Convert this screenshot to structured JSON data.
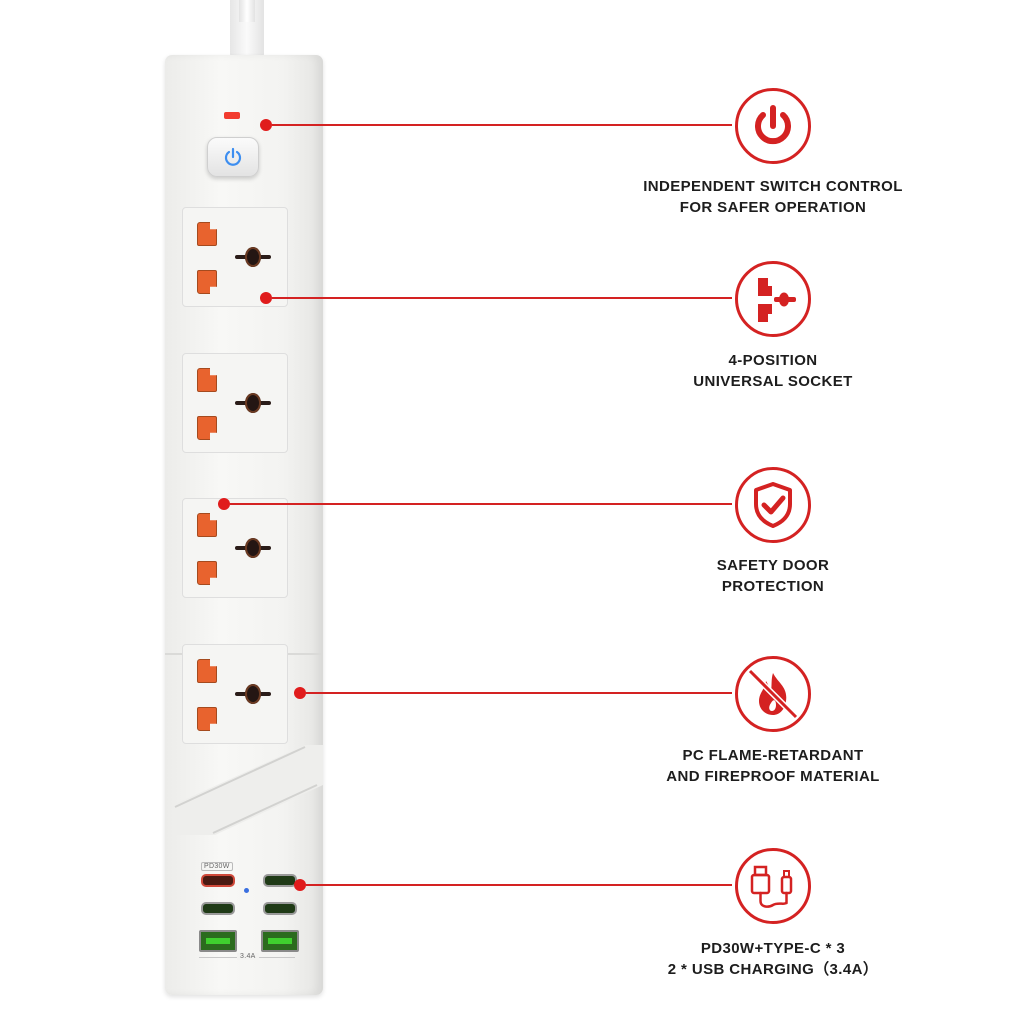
{
  "callouts": [
    {
      "id": "switch",
      "line1": "INDEPENDENT SWITCH CONTROL",
      "line2": "FOR SAFER OPERATION",
      "icon": "power-icon"
    },
    {
      "id": "socket",
      "line1": "4-POSITION",
      "line2": "UNIVERSAL SOCKET",
      "icon": "universal-socket-icon"
    },
    {
      "id": "safety",
      "line1": "SAFETY DOOR",
      "line2": "PROTECTION",
      "icon": "shield-check-icon"
    },
    {
      "id": "flame",
      "line1": "PC FLAME-RETARDANT",
      "line2": "AND FIREPROOF MATERIAL",
      "icon": "no-flame-icon"
    },
    {
      "id": "usb",
      "line1": "PD30W+TYPE-C * 3",
      "line2": "2 * USB CHARGING（3.4A）",
      "icon": "usb-cable-icon"
    }
  ],
  "strip": {
    "pd_tag": "PD30W",
    "amp_tag": "3.4A"
  },
  "colors": {
    "accent": "#d42222",
    "pin": "#e8632e",
    "usb_a": "#3fcf2e",
    "led": "#f23b2e"
  }
}
